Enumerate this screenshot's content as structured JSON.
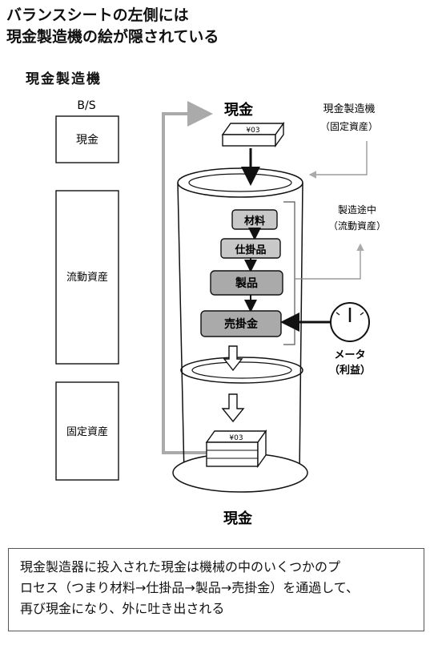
{
  "title": {
    "line1": "バランスシートの左側には",
    "line2": "現金製造機の絵が隠されている"
  },
  "machine_title": "現金製造機",
  "balance_sheet": {
    "header": "B/S",
    "boxes": [
      "現金",
      "流動資産",
      "固定資産"
    ]
  },
  "diagram": {
    "cash_top": "現金",
    "cash_bottom": "現金",
    "cash_icon_text": "¥03",
    "label_fixed": [
      "現金製造機",
      "（固定資産）"
    ],
    "label_current": [
      "製造途中",
      "（流動資産）"
    ],
    "stages": [
      "材料",
      "仕掛品",
      "製品",
      "売掛金"
    ],
    "meter": [
      "メータ",
      "（利益）"
    ]
  },
  "caption": {
    "line1": "現金製造器に投入された現金は機械の中のいくつかのプ",
    "line2": "ロセス（つまり材料→仕掛品→製品→売掛金）を通過して、",
    "line3": "再び現金になり、外に吐き出される"
  }
}
